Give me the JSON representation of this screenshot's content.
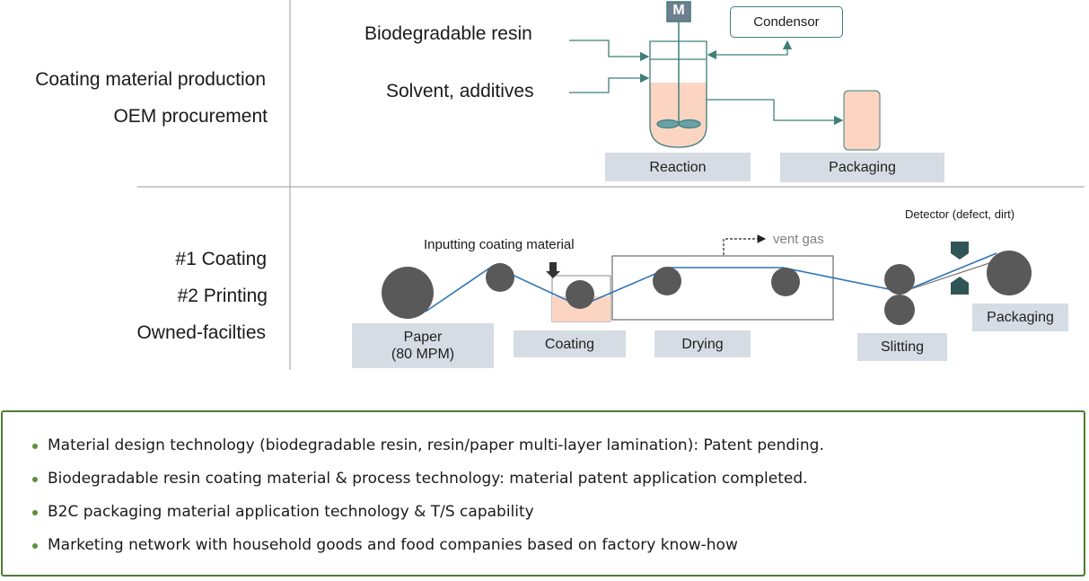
{
  "left_labels": {
    "production_line1": "Coating material production",
    "production_line2": "OEM procurement",
    "owned_line1": "#1 Coating",
    "owned_line2": "#2 Printing",
    "owned_line3": "Owned-facilties"
  },
  "reaction_section": {
    "input1": "Biodegradable resin",
    "input2": "Solvent, additives",
    "motor": "M",
    "condensor": "Condensor",
    "reaction_label": "Reaction",
    "packaging_label": "Packaging"
  },
  "coating_section": {
    "inputting_label": "Inputting coating material",
    "vent_gas": "vent gas",
    "detector": "Detector (defect, dirt)",
    "paper_line1": "Paper",
    "paper_line2": "(80 MPM)",
    "coating_label": "Coating",
    "drying_label": "Drying",
    "slitting_label": "Slitting",
    "packaging_label": "Packaging"
  },
  "bullets": [
    "Material design technology (biodegradable resin, resin/paper multi-layer lamination): Patent pending.",
    "Biodegradable resin coating material & process technology: material patent application completed.",
    "B2C packaging material application technology & T/S capability",
    "Marketing network with household goods and food companies based on factory know-how"
  ],
  "colors": {
    "line_teal": "#3f7f7a",
    "web_blue": "#2e75b6",
    "roller": "#595959",
    "fill_peach": "#fbd5c2",
    "box_gray": "#d6dce4",
    "border_green": "#4e7d32"
  }
}
